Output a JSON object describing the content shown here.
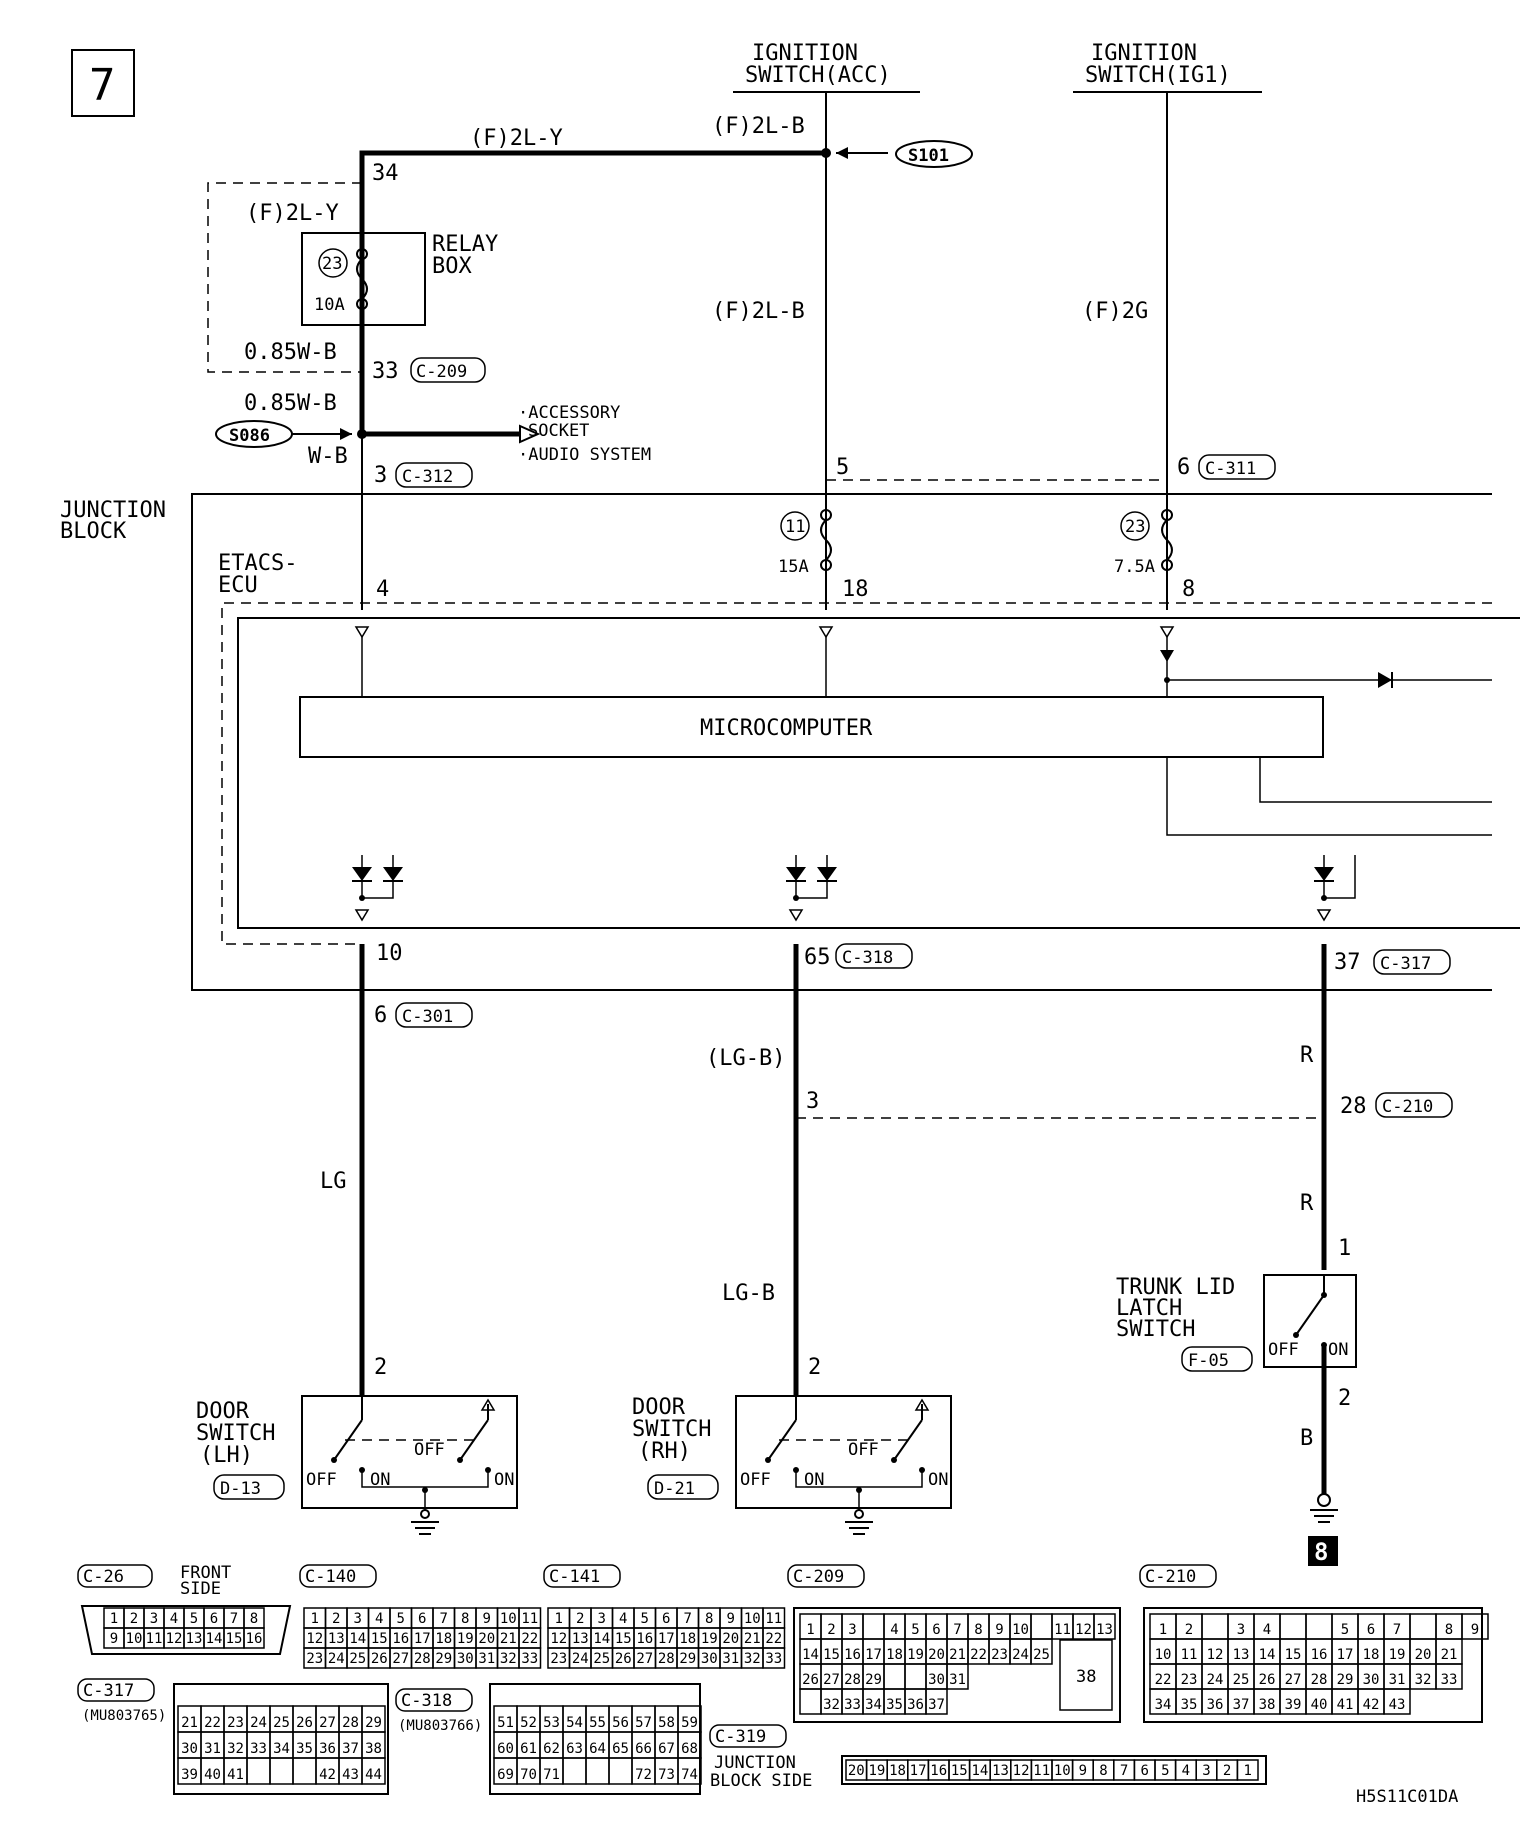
{
  "page": {
    "number": "7",
    "next_page": "8",
    "drawing_code": "H5S11C01DA"
  },
  "sources": {
    "ign_acc": {
      "line1": "IGNITION",
      "line2": "SWITCH(ACC)"
    },
    "ign_ig1": {
      "line1": "IGNITION",
      "line2": "SWITCH(IG1)"
    }
  },
  "wires": {
    "top_lv": "(F)2L-Y",
    "left_upper": "(F)2L-Y",
    "acc_upper": "(F)2L-B",
    "acc_mid": "(F)2L-B",
    "ig1": "(F)2G",
    "relay_out1": "0.85W-B",
    "relay_out2": "0.85W-B",
    "wb": "W-B",
    "lg": "LG",
    "lgb1": "(LG-B)",
    "lgb2": "LG-B",
    "r1": "R",
    "r2": "R",
    "b": "B"
  },
  "splices": {
    "s101": "S101",
    "s086": "S086"
  },
  "relay_box": {
    "line1": "RELAY",
    "line2": "BOX",
    "fuse_no": "23",
    "fuse_amp": "10A"
  },
  "outputs": {
    "acc_socket1": "·ACCESSORY",
    "acc_socket2": "SOCKET",
    "audio": "·AUDIO SYSTEM"
  },
  "junction_block": {
    "line1": "JUNCTION",
    "line2": "BLOCK"
  },
  "etacs": {
    "line1": "ETACS-",
    "line2": "ECU"
  },
  "micro": "MICROCOMPUTER",
  "jb_fuses": {
    "f11_no": "11",
    "f11_amp": "15A",
    "f23_no": "23",
    "f23_amp": "7.5A"
  },
  "pins": {
    "p34": "34",
    "p33": "33",
    "p3": "3",
    "p5": "5",
    "p6": "6",
    "p4": "4",
    "p18": "18",
    "p8": "8",
    "p10": "10",
    "p65": "65",
    "p37": "37",
    "p6b": "6",
    "p3b": "3",
    "p28": "28",
    "p1": "1",
    "p2a": "2",
    "p2b": "2",
    "p2c": "2"
  },
  "connectors": {
    "c209": "C-209",
    "c312": "C-312",
    "c311": "C-311",
    "c318": "C-318",
    "c317": "C-317",
    "c301": "C-301",
    "c210": "C-210",
    "f05": "F-05",
    "d13": "D-13",
    "d21": "D-21"
  },
  "switches": {
    "door_lh": {
      "line1": "DOOR",
      "line2": "SWITCH",
      "line3": "(LH)"
    },
    "door_rh": {
      "line1": "DOOR",
      "line2": "SWITCH",
      "line3": "(RH)"
    },
    "trunk": {
      "line1": "TRUNK LID",
      "line2": "LATCH",
      "line3": "SWITCH"
    },
    "off": "OFF",
    "on": "ON"
  },
  "connector_views": {
    "c26": {
      "label": "C-26",
      "note1": "FRONT",
      "note2": "SIDE",
      "rows": [
        [
          "1",
          "2",
          "3",
          "4",
          "5",
          "6",
          "7",
          "8"
        ],
        [
          "9",
          "10",
          "11",
          "12",
          "13",
          "14",
          "15",
          "16"
        ]
      ]
    },
    "c140": {
      "label": "C-140",
      "rows": [
        [
          "1",
          "2",
          "3",
          "4",
          "5",
          "6",
          "7",
          "8",
          "9",
          "10",
          "11"
        ],
        [
          "12",
          "13",
          "14",
          "15",
          "16",
          "17",
          "18",
          "19",
          "20",
          "21",
          "22"
        ],
        [
          "23",
          "24",
          "25",
          "26",
          "27",
          "28",
          "29",
          "30",
          "31",
          "32",
          "33"
        ]
      ]
    },
    "c141": {
      "label": "C-141",
      "rows": [
        [
          "1",
          "2",
          "3",
          "4",
          "5",
          "6",
          "7",
          "8",
          "9",
          "10",
          "11"
        ],
        [
          "12",
          "13",
          "14",
          "15",
          "16",
          "17",
          "18",
          "19",
          "20",
          "21",
          "22"
        ],
        [
          "23",
          "24",
          "25",
          "26",
          "27",
          "28",
          "29",
          "30",
          "31",
          "32",
          "33"
        ]
      ]
    },
    "c209v": {
      "label": "C-209",
      "rows": [
        [
          "1",
          "2",
          "3",
          "",
          "4",
          "5",
          "6",
          "7",
          "8",
          "9",
          "10",
          "",
          "11",
          "12",
          "13"
        ],
        [
          "14",
          "15",
          "16",
          "17",
          "18",
          "19",
          "20",
          "21",
          "22",
          "23",
          "24",
          "25"
        ],
        [
          "26",
          "27",
          "28",
          "29",
          "",
          "",
          "30",
          "31"
        ],
        [
          "",
          "32",
          "33",
          "34",
          "35",
          "36",
          "37"
        ]
      ],
      "big": "38"
    },
    "c210v": {
      "label": "C-210",
      "rows": [
        [
          "1",
          "2",
          "",
          "3",
          "4",
          "",
          "",
          "5",
          "6",
          "7",
          "",
          "8",
          "9"
        ],
        [
          "10",
          "11",
          "12",
          "13",
          "14",
          "15",
          "16",
          "17",
          "18",
          "19",
          "20",
          "21"
        ],
        [
          "22",
          "23",
          "24",
          "25",
          "26",
          "27",
          "28",
          "29",
          "30",
          "31",
          "32",
          "33"
        ],
        [
          "34",
          "35",
          "36",
          "37",
          "38",
          "39",
          "40",
          "41",
          "42",
          "43"
        ]
      ]
    },
    "c317v": {
      "label": "C-317",
      "part": "(MU803765)",
      "rows": [
        [
          "21",
          "22",
          "23",
          "24",
          "25",
          "26",
          "27",
          "28",
          "29"
        ],
        [
          "30",
          "31",
          "32",
          "33",
          "34",
          "35",
          "36",
          "37",
          "38"
        ],
        [
          "39",
          "40",
          "41",
          "",
          "",
          "",
          "42",
          "43",
          "44"
        ]
      ]
    },
    "c318v": {
      "label": "C-318",
      "part": "(MU803766)",
      "rows": [
        [
          "51",
          "52",
          "53",
          "54",
          "55",
          "56",
          "57",
          "58",
          "59"
        ],
        [
          "60",
          "61",
          "62",
          "63",
          "64",
          "65",
          "66",
          "67",
          "68"
        ],
        [
          "69",
          "70",
          "71",
          "",
          "",
          "",
          "72",
          "73",
          "74"
        ]
      ]
    },
    "c319v": {
      "label": "C-319",
      "note1": "JUNCTION",
      "note2": "BLOCK SIDE",
      "row": [
        "20",
        "19",
        "18",
        "17",
        "16",
        "15",
        "14",
        "13",
        "12",
        "11",
        "10",
        "9",
        "8",
        "7",
        "6",
        "5",
        "4",
        "3",
        "2",
        "1"
      ]
    }
  }
}
